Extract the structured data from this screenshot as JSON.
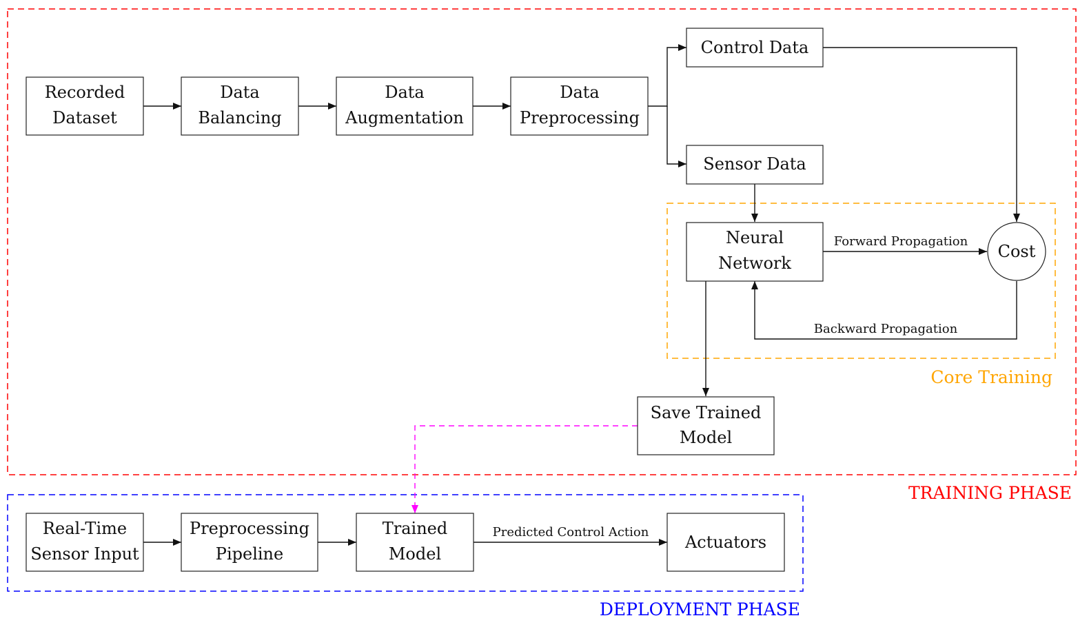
{
  "regions": {
    "training": {
      "label": "TRAINING PHASE",
      "color": "#ff0000"
    },
    "core": {
      "label": "Core Training",
      "color": "#ffa500"
    },
    "deployment": {
      "label": "DEPLOYMENT PHASE",
      "color": "#0000ff"
    }
  },
  "nodes": {
    "recorded": {
      "lines": [
        "Recorded",
        "Dataset"
      ]
    },
    "balancing": {
      "lines": [
        "Data",
        "Balancing"
      ]
    },
    "augmentation": {
      "lines": [
        "Data",
        "Augmentation"
      ]
    },
    "preprocessing": {
      "lines": [
        "Data",
        "Preprocessing"
      ]
    },
    "control": {
      "lines": [
        "Control Data"
      ]
    },
    "sensor": {
      "lines": [
        "Sensor Data"
      ]
    },
    "neural": {
      "lines": [
        "Neural",
        "Network"
      ]
    },
    "cost": {
      "lines": [
        "Cost"
      ]
    },
    "save": {
      "lines": [
        "Save Trained",
        "Model"
      ]
    },
    "realtime": {
      "lines": [
        "Real-Time",
        "Sensor Input"
      ]
    },
    "pipeline": {
      "lines": [
        "Preprocessing",
        "Pipeline"
      ]
    },
    "trained": {
      "lines": [
        "Trained",
        "Model"
      ]
    },
    "actuators": {
      "lines": [
        "Actuators"
      ]
    }
  },
  "edges": {
    "forward": {
      "label": "Forward Propagation"
    },
    "backward": {
      "label": "Backward Propagation"
    },
    "predicted": {
      "label": "Predicted Control Action"
    },
    "model_transfer": {
      "color": "#ff00ff"
    }
  }
}
